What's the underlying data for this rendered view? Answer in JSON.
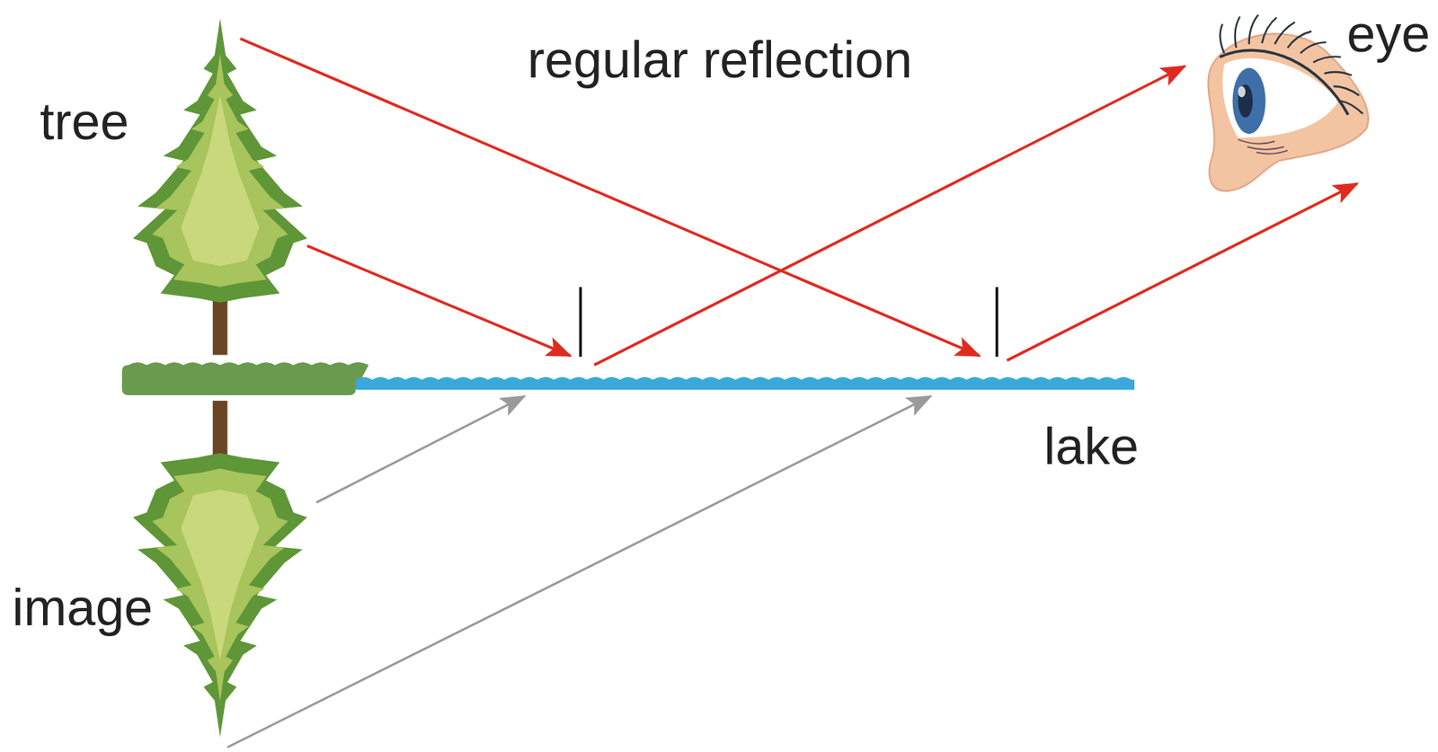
{
  "diagram": {
    "title": "regular reflection",
    "labels": [
      "tree",
      "eye",
      "lake",
      "image"
    ]
  }
}
